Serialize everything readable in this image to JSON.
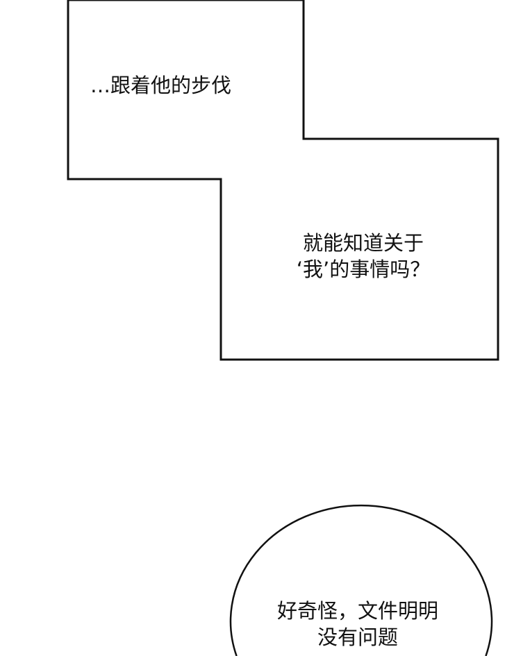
{
  "panels": {
    "caption_1": "…跟着他的步伐",
    "caption_2": [
      "就能知道关于",
      "‘我’的事情吗？"
    ],
    "speech_bubble": [
      "好奇怪，文件明明",
      "没有问题"
    ]
  },
  "colors": {
    "ink": "#111111",
    "background": "#ffffff"
  }
}
